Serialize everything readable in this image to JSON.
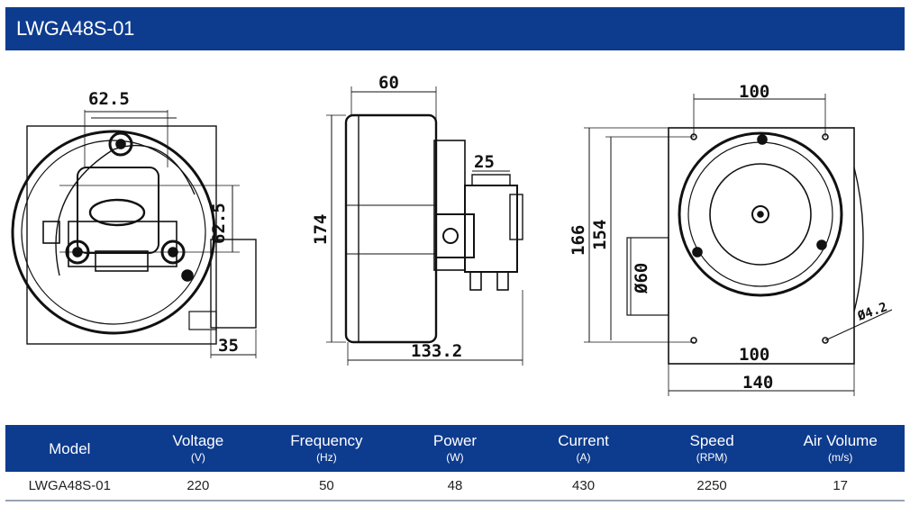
{
  "header": {
    "title": "LWGA48S-01"
  },
  "drawing": {
    "front_view": {
      "width_dim": "62.5",
      "height_dim": "62.5",
      "outlet_dim": "35"
    },
    "side_view": {
      "depth_dim": "60",
      "bracket_dim": "25",
      "height_dim": "174",
      "length_dim": "133.2"
    },
    "rear_view": {
      "hole_spacing_top": "100",
      "hole_spacing_bottom": "100",
      "overall_width": "140",
      "overall_height": "166",
      "hole_spacing_vertical": "154",
      "hub_diameter": "Ø60",
      "hole_diameter": "Ø4.2"
    }
  },
  "specs_table": {
    "columns": [
      {
        "label": "Model",
        "unit": ""
      },
      {
        "label": "Voltage",
        "unit": "(V)"
      },
      {
        "label": "Frequency",
        "unit": "(Hz)"
      },
      {
        "label": "Power",
        "unit": "(W)"
      },
      {
        "label": "Current",
        "unit": "(A)"
      },
      {
        "label": "Speed",
        "unit": "(RPM)"
      },
      {
        "label": "Air Volume",
        "unit": "(m/s)"
      }
    ],
    "rows": [
      [
        "LWGA48S-01",
        "220",
        "50",
        "48",
        "430",
        "2250",
        "17"
      ]
    ]
  },
  "colors": {
    "header_blue": "#0d3b8e",
    "line": "#111111"
  }
}
